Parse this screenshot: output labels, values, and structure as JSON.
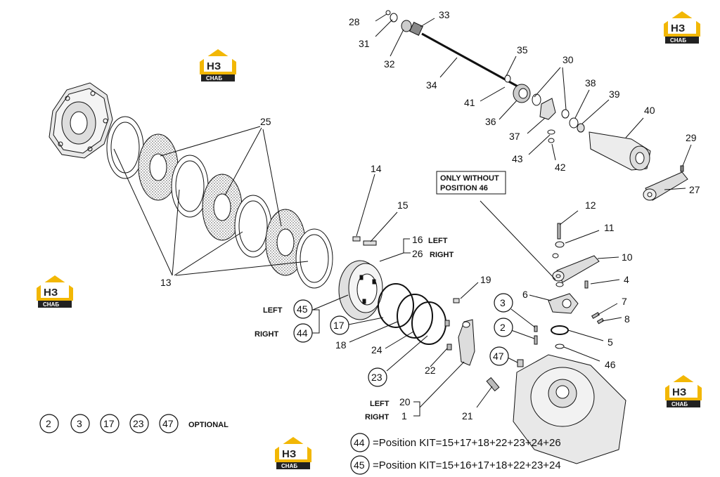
{
  "watermark": {
    "logo_text": "НЗ",
    "logo_sub": "СНАБ"
  },
  "callouts": {
    "n28": "28",
    "n31": "31",
    "n32": "32",
    "n33": "33",
    "n34": "34",
    "n35": "35",
    "n30": "30",
    "n41": "41",
    "n36": "36",
    "n37": "37",
    "n38": "38",
    "n39": "39",
    "n40": "40",
    "n43": "43",
    "n42": "42",
    "n29": "29",
    "n27": "27",
    "n25": "25",
    "n13": "13",
    "n14": "14",
    "n15": "15",
    "n16": "16",
    "n26": "26",
    "n12": "12",
    "n11": "11",
    "n10": "10",
    "n4": "4",
    "n6": "6",
    "n7": "7",
    "n8": "8",
    "n5": "5",
    "n46": "46",
    "n19": "19",
    "n18": "18",
    "n24": "24",
    "n22": "22",
    "n21": "21",
    "n20": "20",
    "n1": "1"
  },
  "circled": {
    "c45": "45",
    "c44": "44",
    "c17": "17",
    "c23": "23",
    "c3": "3",
    "c2": "2",
    "c47": "47"
  },
  "words": {
    "left": "LEFT",
    "right": "RIGHT",
    "only_without_1": "ONLY WITHOUT",
    "only_without_2": "POSITION 46"
  },
  "optional": {
    "items": [
      "2",
      "3",
      "17",
      "23",
      "47"
    ],
    "label": "OPTIONAL"
  },
  "kits": [
    {
      "num": "44",
      "text": "=Position KIT=15+17+18+22+23+24+26"
    },
    {
      "num": "45",
      "text": "=Position KIT=15+16+17+18+22+23+24"
    }
  ],
  "colors": {
    "logo_yellow": "#f2b705",
    "logo_dark": "#222222",
    "line": "#111111"
  }
}
